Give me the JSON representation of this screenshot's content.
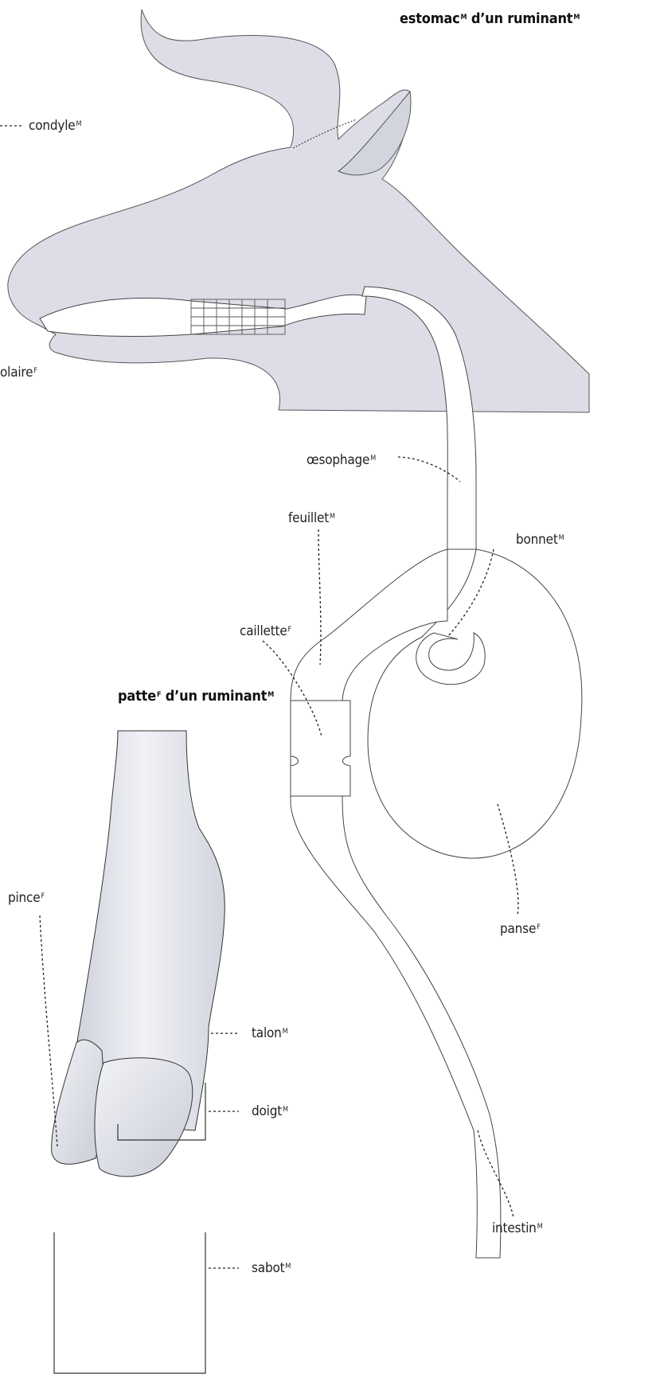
{
  "stomach_title": {
    "text": "estomac",
    "gender": "M",
    "rest": "d’un ruminant",
    "rest_gender": "M"
  },
  "paw_title": {
    "text": "patte",
    "gender": "F",
    "rest": "d’un ruminant",
    "rest_gender": "M"
  },
  "labels": {
    "condyle": {
      "text": "condyle",
      "gender": "M"
    },
    "molaire": {
      "text": "olaire",
      "gender": "F"
    },
    "oesophage": {
      "text": "œsophage",
      "gender": "M"
    },
    "bonnet": {
      "text": "bonnet",
      "gender": "M"
    },
    "feuillet": {
      "text": "feuillet",
      "gender": "M"
    },
    "caillette": {
      "text": "caillette",
      "gender": "F"
    },
    "panse": {
      "text": "panse",
      "gender": "F"
    },
    "intestin": {
      "text": "intestin",
      "gender": "M"
    },
    "pince": {
      "text": "pince",
      "gender": "F"
    },
    "talon": {
      "text": "talon",
      "gender": "M"
    },
    "doigt": {
      "text": "doigt",
      "gender": "M"
    },
    "sabot": {
      "text": "sabot",
      "gender": "M"
    }
  },
  "colors": {
    "head_fill": "#dcdde6",
    "tract_fill": "#ffffff",
    "outline": "#3a3a3a",
    "hoof_fill": "#e4e6ec"
  }
}
